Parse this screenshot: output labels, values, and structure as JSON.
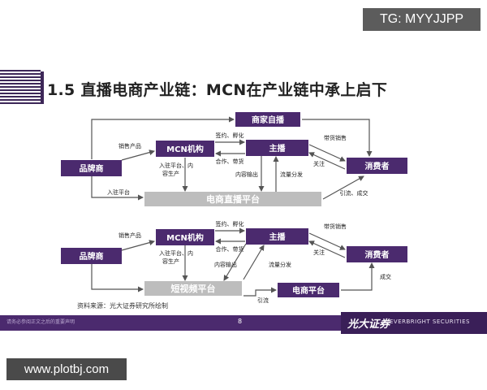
{
  "watermark_top": "TG: MYYJJPP",
  "watermark_bottom": "www.plotbj.com",
  "title": "1.5 直播电商产业链：MCN在产业链中承上启下",
  "diagram1": {
    "nodes": {
      "merchant_live": "商家自播",
      "mcn": "MCN机构",
      "anchor": "主播",
      "brand": "品牌商",
      "consumer": "消费者",
      "platform": "电商直播平台"
    },
    "labels": {
      "sign_incubate": "签约、孵化",
      "coop_sell": "合作、带货",
      "sell_goods": "带货销售",
      "follow": "关注",
      "sell_product": "销售产品",
      "settle_content": "入驻平台、内容生产",
      "settle_platform": "入驻平台",
      "content_output": "内容输出",
      "traffic_dist": "流量分发",
      "drain_deal": "引流、成交"
    }
  },
  "diagram2": {
    "nodes": {
      "mcn": "MCN机构",
      "anchor": "主播",
      "brand": "品牌商",
      "consumer": "消费者",
      "short_video": "短视频平台",
      "ecom": "电商平台"
    },
    "labels": {
      "sign_incubate": "签约、孵化",
      "coop_sell": "合作、带货",
      "sell_goods": "带货销售",
      "follow": "关注",
      "sell_product": "销售产品",
      "settle_content": "入驻平台、内容生产",
      "content_output": "内容输出",
      "traffic_dist": "流量分发",
      "drain": "引流",
      "deal": "成交"
    }
  },
  "source": "资料来源：光大证券研究所绘制",
  "footer": {
    "left_text": "请务必参阅正文之后的重要声明",
    "page": "8",
    "logo_cn": "光大证券",
    "logo_en": "EVERBRIGHT SECURITIES"
  },
  "colors": {
    "node": "#4b2a6e",
    "platform": "#bdbdbd",
    "line": "#555555"
  }
}
